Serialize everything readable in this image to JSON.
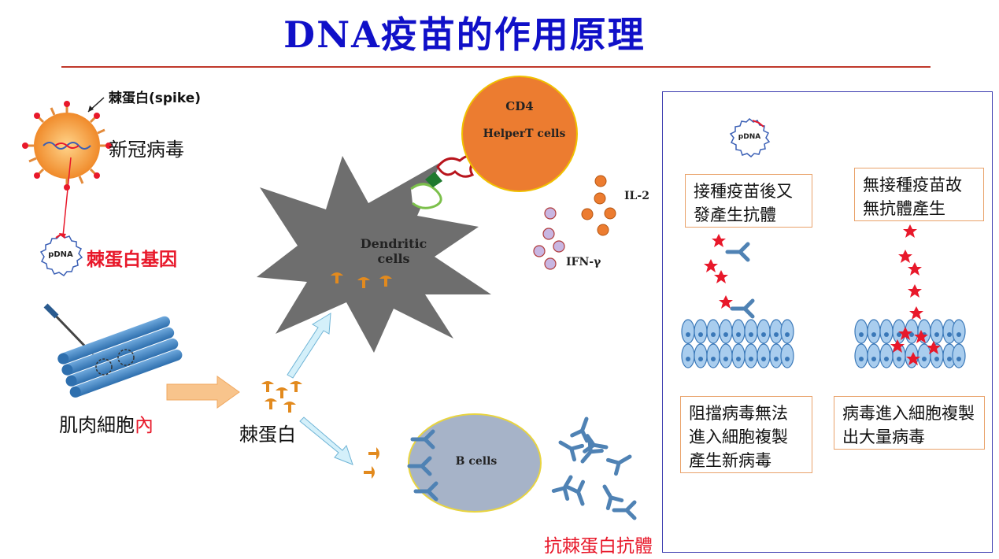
{
  "title": "DNA疫苗的作用原理",
  "left": {
    "spike_label": "棘蛋白(spike)",
    "virus_label": "新冠病毒",
    "pdna_label": "pDNA",
    "gene_label": "棘蛋白基因",
    "muscle_label_main": "肌肉細胞",
    "muscle_label_suffix": "內",
    "spike_protein_label": "棘蛋白"
  },
  "center": {
    "dendritic_label": "Dendritic  cells",
    "cd4_label": "CD4",
    "helper_label": "HelperT cells",
    "il2_label": "IL-2",
    "ifn_label": "IFN-γ",
    "bcells_label": "B cells",
    "antibody_label": "抗棘蛋白抗體"
  },
  "panel": {
    "pdna_label": "pDNA",
    "box_top_left": "接種疫苗後又發產生抗體",
    "box_top_right": "無接種疫苗故無抗體產生",
    "box_bottom_left": "阻擋病毒無法進入細胞複製產生新病毒",
    "box_bottom_right": "病毒進入細胞複製出大量病毒"
  },
  "colors": {
    "title": "#1010c8",
    "accent_red": "#e8182a",
    "helper_cell": "#ec7c30",
    "b_cell": "#a6b3c8",
    "dendritic": "#6e6e6e",
    "antibody": "#4f82b4",
    "muscle": "#3f86c6"
  }
}
